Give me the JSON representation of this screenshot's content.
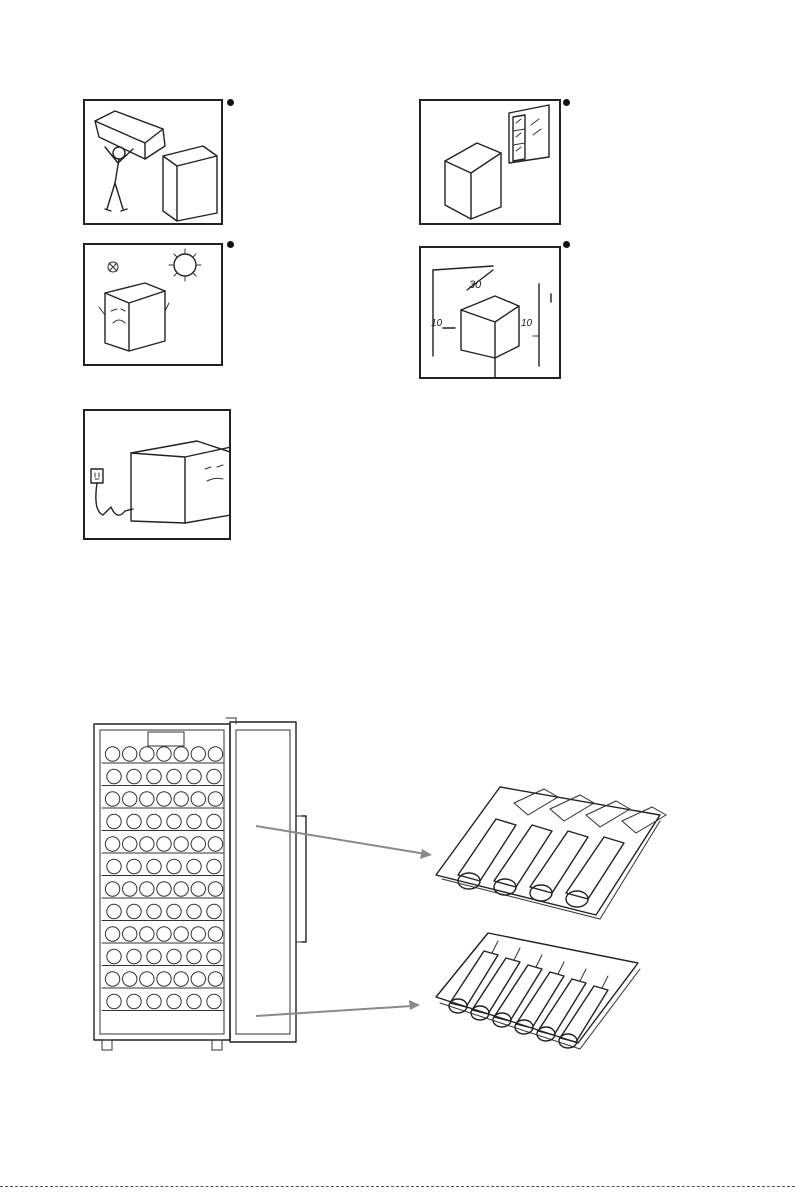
{
  "clearance_figure": {
    "angle_label": "30",
    "left_gap_label": "10",
    "right_gap_label": "10"
  },
  "colors": {
    "line": "#222222",
    "pointer_arrow": "#8a8a8a",
    "background": "#ffffff"
  },
  "icons": {
    "lift": "person-lifting-box-icon",
    "window": "window-icon",
    "heat": "sun-heat-icon",
    "clearance": "clearance-diagram-icon",
    "plug": "power-socket-icon"
  }
}
